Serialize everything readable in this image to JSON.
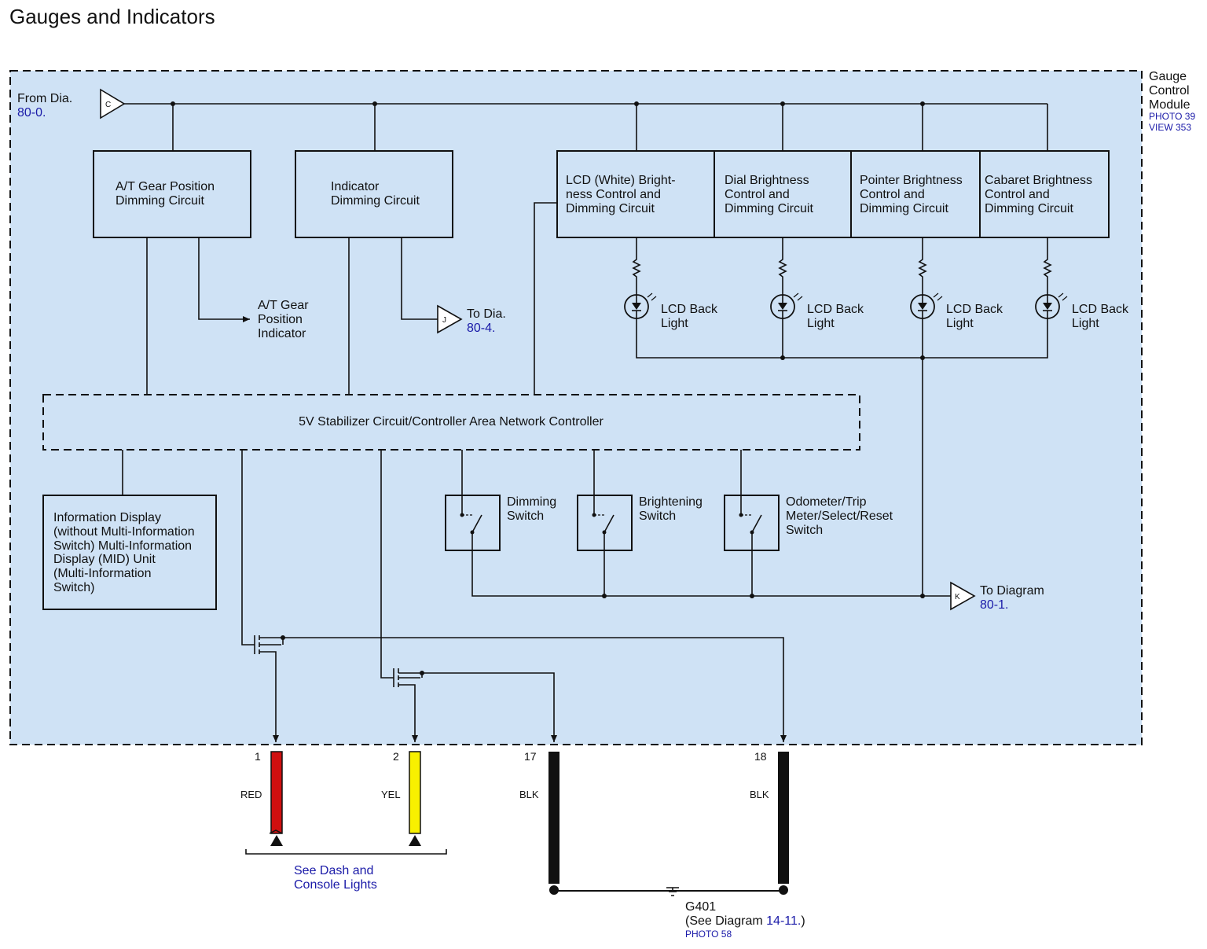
{
  "title": "Gauges and Indicators",
  "module": {
    "name_lines": [
      "Gauge",
      "Control",
      "Module"
    ],
    "photo": "PHOTO 39",
    "view": "VIEW 353"
  },
  "from_dia": {
    "prefix": "From Dia.",
    "ref": "80-0.",
    "connector": "C"
  },
  "to_dia_j": {
    "prefix": "To Dia.",
    "ref": "80-4.",
    "connector": "J"
  },
  "to_diagram_k": {
    "prefix": "To Diagram",
    "ref": "80-1.",
    "connector": "K"
  },
  "circuits": {
    "at_gear": [
      "A/T Gear Position",
      "Dimming Circuit"
    ],
    "indicator": [
      "Indicator",
      "Dimming Circuit"
    ],
    "lcd_white": [
      "LCD (White) Bright-",
      "ness Control and",
      "Dimming Circuit"
    ],
    "dial": [
      "Dial Brightness",
      "Control and",
      "Dimming Circuit"
    ],
    "pointer": [
      "Pointer Brightness",
      "Control and",
      "Dimming Circuit"
    ],
    "cabaret": [
      "Cabaret Brightness",
      "Control and",
      "Dimming Circuit"
    ]
  },
  "at_indicator": [
    "A/T Gear",
    "Position",
    "Indicator"
  ],
  "backlight": [
    "LCD Back",
    "Light"
  ],
  "stabilizer": "5V Stabilizer Circuit/Controller Area Network Controller",
  "info_display": [
    "Information Display",
    "(without Multi-Information",
    "Switch) Multi-Information",
    "Display (MID) Unit",
    "(Multi-Information",
    "Switch)"
  ],
  "switches": {
    "dimming": [
      "Dimming",
      "Switch"
    ],
    "brightening": [
      "Brightening",
      "Switch"
    ],
    "odometer": [
      "Odometer/Trip",
      "Meter/Select/Reset",
      "Switch"
    ]
  },
  "pins": [
    {
      "num": "1",
      "color": "RED",
      "hex": "#d01010"
    },
    {
      "num": "2",
      "color": "YEL",
      "hex": "#f8f000"
    },
    {
      "num": "17",
      "color": "BLK",
      "hex": "#111111"
    },
    {
      "num": "18",
      "color": "BLK",
      "hex": "#111111"
    }
  ],
  "see_dash": [
    "See Dash and",
    "Console Lights"
  ],
  "ground": {
    "name": "G401",
    "see_prefix": "(See Diagram",
    "see_ref": "14-11.",
    "see_suffix": ")",
    "photo": "PHOTO 58"
  },
  "colors": {
    "module_fill": "#cfe2f5",
    "link": "#1a1aa8"
  }
}
